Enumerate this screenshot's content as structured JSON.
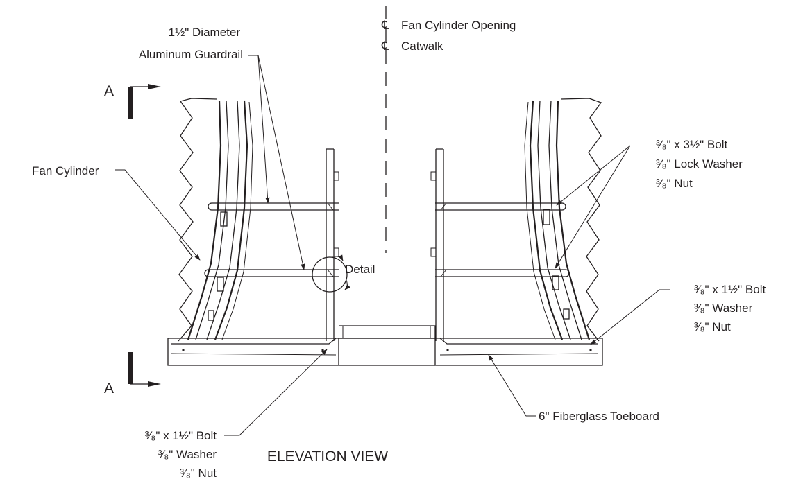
{
  "title": "ELEVATION VIEW",
  "section_marks": [
    "A",
    "A"
  ],
  "centerlines": [
    {
      "symbol": "℄",
      "text": "Fan Cylinder Opening"
    },
    {
      "symbol": "℄",
      "text": "Catwalk"
    }
  ],
  "labels": {
    "guardrail": [
      "1½\" Diameter",
      "Aluminum Guardrail"
    ],
    "fan_cylinder": "Fan Cylinder",
    "detail": "Detail",
    "bolt_3_5": [
      "³⁄₈\" x 3½\" Bolt",
      "³⁄₈\" Lock Washer",
      "³⁄₈\" Nut"
    ],
    "bolt_1_5_right": [
      "³⁄₈\" x 1½\" Bolt",
      "³⁄₈\" Washer",
      "³⁄₈\" Nut"
    ],
    "bolt_1_5_left": [
      "³⁄₈\" x 1½\" Bolt",
      "³⁄₈\" Washer",
      "³⁄₈\" Nut"
    ],
    "toeboard": "6\" Fiberglass Toeboard"
  }
}
